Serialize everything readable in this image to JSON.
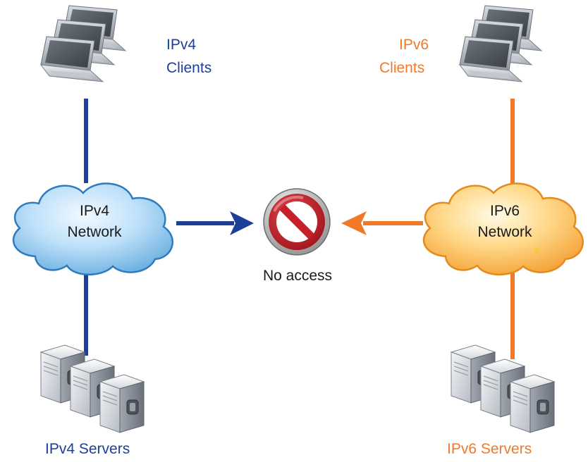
{
  "colors": {
    "ipv4": "#1d3f97",
    "ipv6": "#f07a2a",
    "no_access_red": "#c8202a",
    "text_dark": "#1a1a1a"
  },
  "ipv4": {
    "clients_label_line1": "IPv4",
    "clients_label_line2": "Clients",
    "network_label_line1": "IPv4",
    "network_label_line2": "Network",
    "servers_label": "IPv4 Servers"
  },
  "ipv6": {
    "clients_label_line1": "IPv6",
    "clients_label_line2": "Clients",
    "network_label_line1": "IPv6",
    "network_label_line2": "Network",
    "servers_label": "IPv6 Servers"
  },
  "center": {
    "no_access_label": "No access",
    "icon": "prohibited-icon"
  },
  "icons": {
    "clients": "laptop-icon",
    "servers": "server-icon",
    "network": "cloud-icon"
  }
}
